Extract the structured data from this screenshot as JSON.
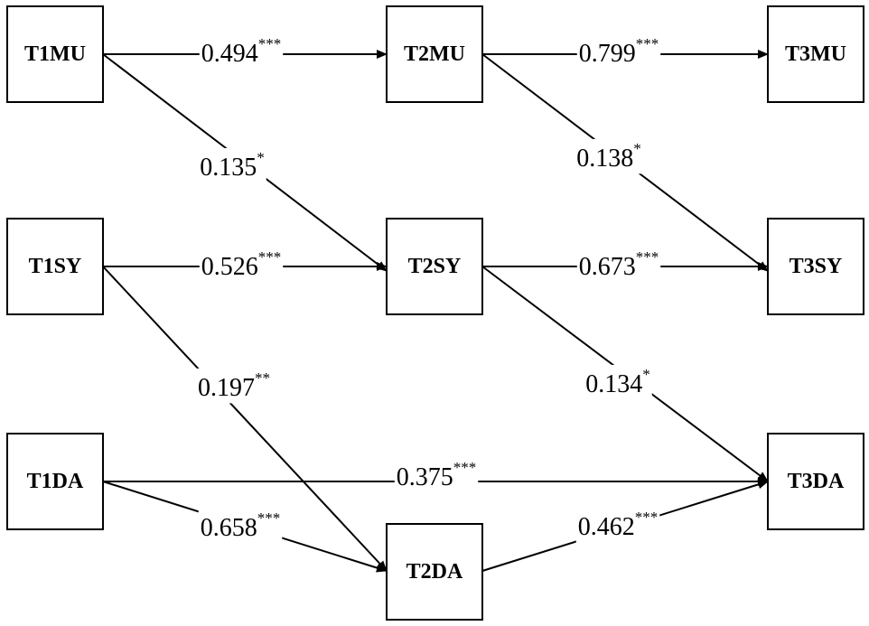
{
  "nodes": [
    {
      "id": "T1MU",
      "label": "T1MU"
    },
    {
      "id": "T2MU",
      "label": "T2MU"
    },
    {
      "id": "T3MU",
      "label": "T3MU"
    },
    {
      "id": "T1SY",
      "label": "T1SY"
    },
    {
      "id": "T2SY",
      "label": "T2SY"
    },
    {
      "id": "T3SY",
      "label": "T3SY"
    },
    {
      "id": "T1DA",
      "label": "T1DA"
    },
    {
      "id": "T2DA",
      "label": "T2DA"
    },
    {
      "id": "T3DA",
      "label": "T3DA"
    }
  ],
  "paths": [
    {
      "from": "T1MU",
      "to": "T2MU",
      "coef": "0.494",
      "sig": "***"
    },
    {
      "from": "T2MU",
      "to": "T3MU",
      "coef": "0.799",
      "sig": "***"
    },
    {
      "from": "T1MU",
      "to": "T2SY",
      "coef": "0.135",
      "sig": "*"
    },
    {
      "from": "T2MU",
      "to": "T3SY",
      "coef": "0.138",
      "sig": "*"
    },
    {
      "from": "T1SY",
      "to": "T2SY",
      "coef": "0.526",
      "sig": "***"
    },
    {
      "from": "T2SY",
      "to": "T3SY",
      "coef": "0.673",
      "sig": "***"
    },
    {
      "from": "T1SY",
      "to": "T2DA",
      "coef": "0.197",
      "sig": "**"
    },
    {
      "from": "T2SY",
      "to": "T3DA",
      "coef": "0.134",
      "sig": "*"
    },
    {
      "from": "T1DA",
      "to": "T3DA",
      "coef": "0.375",
      "sig": "***"
    },
    {
      "from": "T1DA",
      "to": "T2DA",
      "coef": "0.658",
      "sig": "***"
    },
    {
      "from": "T2DA",
      "to": "T3DA",
      "coef": "0.462",
      "sig": "***"
    }
  ]
}
